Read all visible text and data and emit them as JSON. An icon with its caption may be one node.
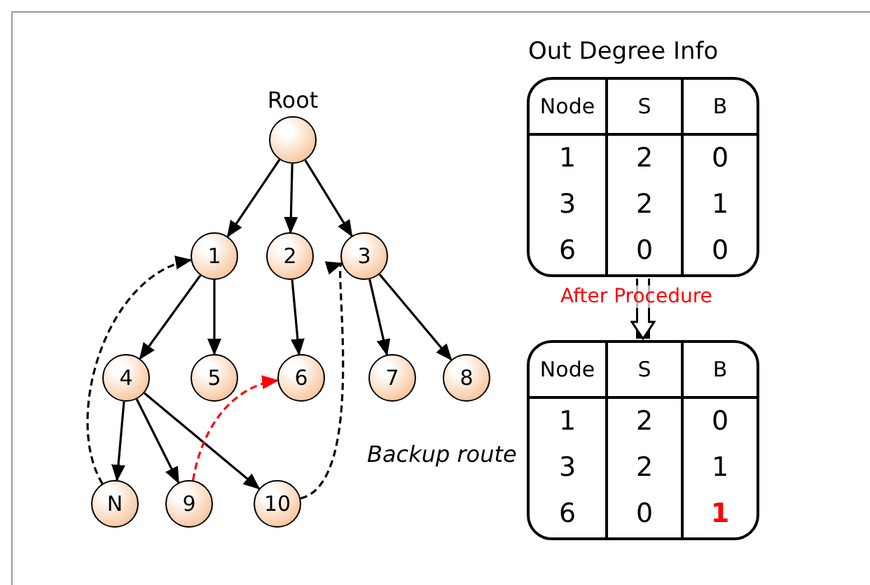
{
  "diagram": {
    "nodes": [
      {
        "text": [
          "Root"
        ]
      },
      {
        "text": [
          "1"
        ]
      },
      {
        "text": [
          "2"
        ]
      },
      {
        "text": [
          "3"
        ]
      },
      {
        "text": [
          "4"
        ]
      },
      {
        "text": [
          "5"
        ]
      },
      {
        "text": [
          "6"
        ]
      },
      {
        "text": [
          "7"
        ]
      },
      {
        "text": [
          "8"
        ]
      },
      {
        "text": [
          "N"
        ]
      },
      {
        "text": [
          "9"
        ]
      },
      {
        "text": [
          "10"
        ]
      },
      {
        "text": [
          "Out Degree Info"
        ]
      },
      {
        "text": [],
        "shape": "box"
      }
    ],
    "edges": [
      {
        "from": 0,
        "to": 1,
        "arrow": "to"
      },
      {
        "from": 0,
        "to": 2,
        "arrow": "to"
      },
      {
        "from": 0,
        "to": 3,
        "arrow": "to"
      },
      {
        "from": 1,
        "to": 4,
        "arrow": "to"
      },
      {
        "from": 1,
        "to": 5,
        "arrow": "to"
      },
      {
        "from": 2,
        "to": 6,
        "arrow": "to"
      },
      {
        "from": 3,
        "to": 7,
        "arrow": "to"
      },
      {
        "from": 3,
        "to": 8,
        "arrow": "to"
      },
      {
        "from": 4,
        "to": 9,
        "arrow": "to"
      },
      {
        "from": 4,
        "to": 10,
        "arrow": "to"
      },
      {
        "from": 4,
        "to": 11,
        "arrow": "to"
      },
      {
        "from": 9,
        "to": 1,
        "arrow": "to",
        "style": "dashed"
      },
      {
        "from": 10,
        "to": 6,
        "arrow": "to",
        "style": "dashed",
        "color": "#ff0000"
      },
      {
        "from": 11,
        "to": 3,
        "arrow": "to",
        "style": "dashed"
      },
      {
        "from": 12,
        "to": 13,
        "arrow": "to",
        "label": "After Procedure",
        "style": "thick"
      }
    ],
    "labels": [
      "Node",
      "S",
      "B",
      "1",
      "2",
      "0",
      "3",
      "2",
      "1",
      "6",
      "0",
      "0",
      "Node",
      "S",
      "B",
      "1",
      "2",
      "0",
      "3",
      "2",
      "1",
      "6",
      "0",
      "1",
      "Backup route"
    ]
  }
}
